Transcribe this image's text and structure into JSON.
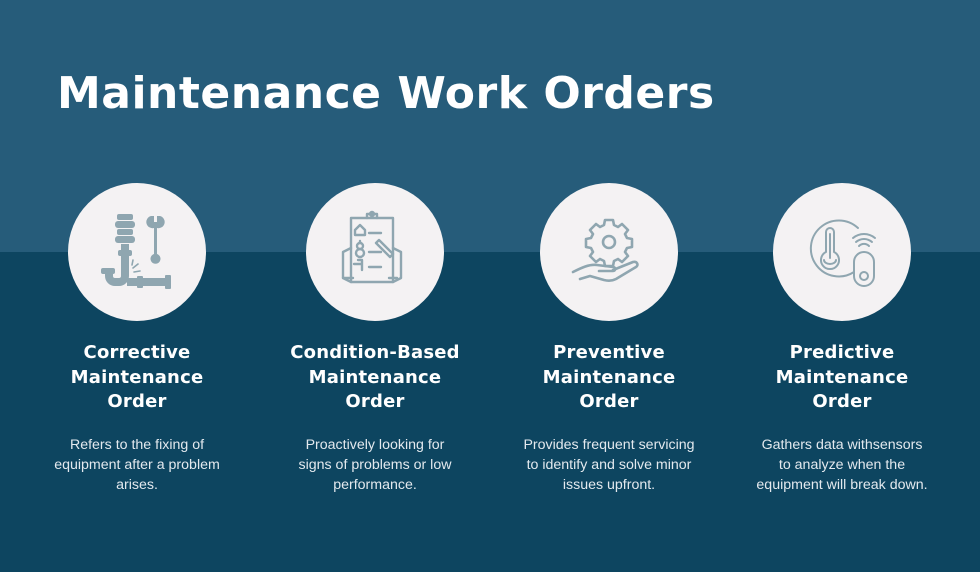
{
  "header": {
    "title": "Maintenance Work Orders"
  },
  "colors": {
    "top_band": "#265c7a",
    "bottom_band": "#0d4560",
    "circle": "#f4f2f3",
    "icon": "#8fa6b0",
    "text": "#ffffff"
  },
  "cards": [
    {
      "icon": "broken-pipe-wrench-icon",
      "title_lines": [
        "Corrective",
        "Maintenance",
        "Order"
      ],
      "desc_lines": [
        "Refers to the fixing of",
        "equipment after a problem",
        "arises."
      ]
    },
    {
      "icon": "clipboard-checklist-icon",
      "title_lines": [
        "Condition-Based",
        "Maintenance",
        "Order"
      ],
      "desc_lines": [
        "Proactively looking for",
        "signs of problems or low",
        "performance."
      ]
    },
    {
      "icon": "gear-in-hand-icon",
      "title_lines": [
        "Preventive",
        "Maintenance",
        "Order"
      ],
      "desc_lines": [
        "Provides frequent servicing",
        "to identify and solve minor",
        "issues upfront."
      ]
    },
    {
      "icon": "thermometer-sensor-icon",
      "title_lines": [
        "Predictive",
        "Maintenance",
        "Order"
      ],
      "desc_lines": [
        "Gathers data withsensors",
        "to analyze when the",
        "equipment will break down."
      ]
    }
  ]
}
